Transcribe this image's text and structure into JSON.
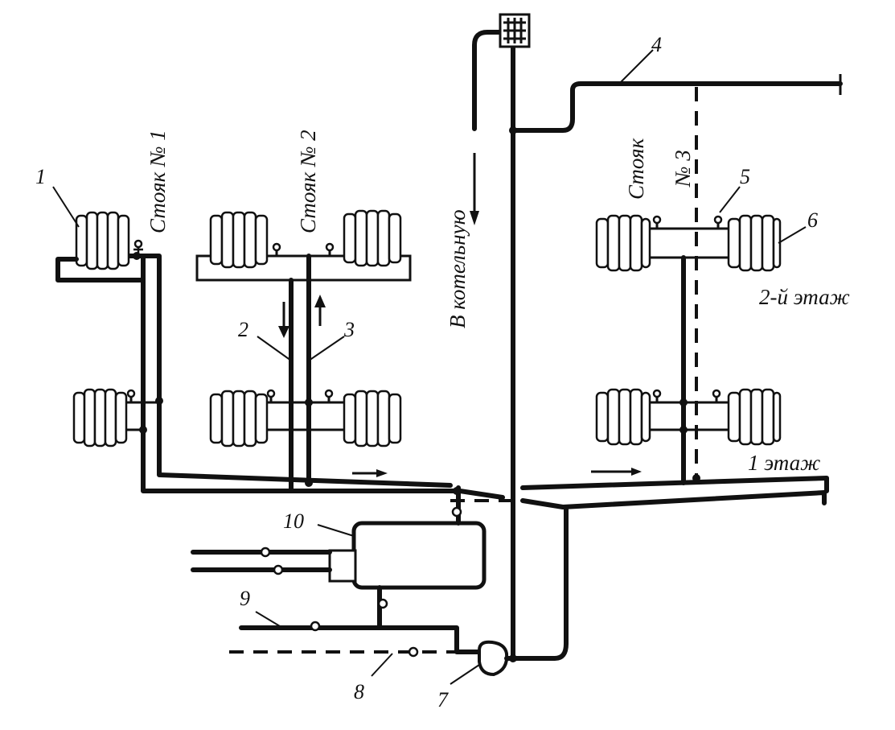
{
  "labels": {
    "riser1": "Стояк № 1",
    "riser2": "Стояк № 2",
    "riser3_a": "Стояк",
    "riser3_b": "№ 3",
    "to_boiler": "В котельную",
    "floor2": "2-й этаж",
    "floor1": "1 этаж"
  },
  "callouts": {
    "n1": "1",
    "n2": "2",
    "n3": "3",
    "n4": "4",
    "n5": "5",
    "n6": "6",
    "n7": "7",
    "n8": "8",
    "n9": "9",
    "n10": "10"
  }
}
